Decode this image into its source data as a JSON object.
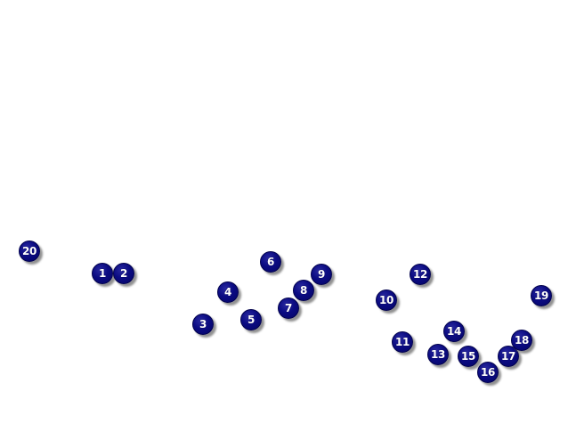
{
  "puzzle": {
    "type": "connect-the-dots",
    "dot_color": "#0b0b82",
    "label_color": "#ffffff",
    "dots": [
      {
        "label": "1"
      },
      {
        "label": "2"
      },
      {
        "label": "3"
      },
      {
        "label": "4"
      },
      {
        "label": "5"
      },
      {
        "label": "6"
      },
      {
        "label": "7"
      },
      {
        "label": "8"
      },
      {
        "label": "9"
      },
      {
        "label": "10"
      },
      {
        "label": "11"
      },
      {
        "label": "12"
      },
      {
        "label": "13"
      },
      {
        "label": "14"
      },
      {
        "label": "15"
      },
      {
        "label": "16"
      },
      {
        "label": "17"
      },
      {
        "label": "18"
      },
      {
        "label": "19"
      },
      {
        "label": "20"
      }
    ]
  }
}
